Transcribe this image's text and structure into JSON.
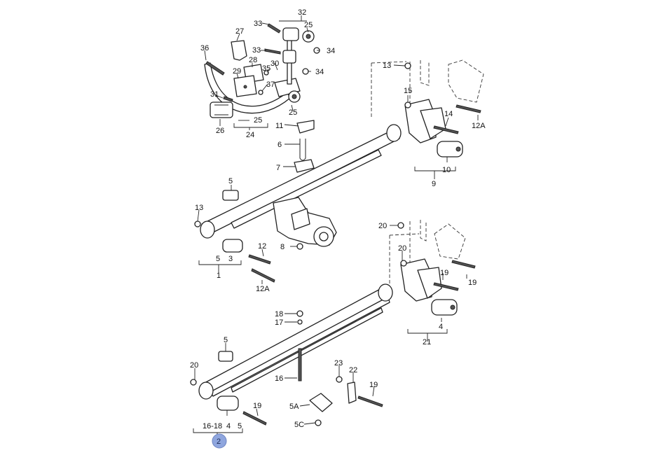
{
  "diagram": {
    "callouts": {
      "c32": "32",
      "c33a": "33",
      "c25a": "25",
      "c27": "27",
      "c33b": "33",
      "c34a": "34",
      "c36": "36",
      "c28": "28",
      "c35": "35",
      "c30": "30",
      "c34b": "34",
      "c29": "29",
      "c37": "37",
      "c31": "31",
      "c25b": "25",
      "c26": "26",
      "c25c": "25",
      "c24": "24",
      "c11": "11",
      "c13a": "13",
      "c15": "15",
      "c14": "14",
      "c12Aa": "12A",
      "c6": "6",
      "c7": "7",
      "c10": "10",
      "c9": "9",
      "c5a": "5",
      "c13b": "13",
      "c12": "12",
      "c8": "8",
      "c5b": "5",
      "c3": "3",
      "c1": "1",
      "c12Ab": "12A",
      "c20a": "20",
      "c20b": "20",
      "c19a": "19",
      "c19b": "19",
      "c4a": "4",
      "c21": "21",
      "c18": "18",
      "c17": "17",
      "c5c": "5",
      "c16": "16",
      "c20c": "20",
      "c23": "23",
      "c22": "22",
      "c19c": "19",
      "c19d": "19",
      "c5A": "5A",
      "c5C": "5C",
      "c1618": "16-18",
      "c4b": "4",
      "c5d": "5"
    },
    "badge": "2",
    "badge_color": "#8fa6de"
  }
}
